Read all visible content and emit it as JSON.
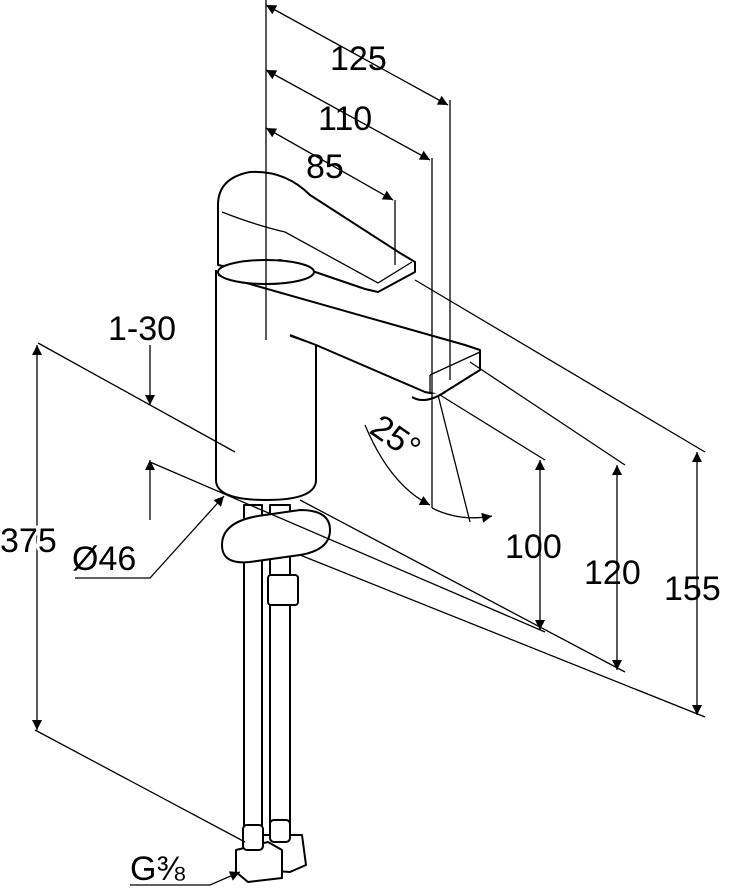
{
  "drawing": {
    "title": "Basin mixer dimension drawing",
    "dimensions": {
      "projection_total": "125",
      "projection_spout": "110",
      "projection_lever": "85",
      "deck_thickness": "1-30",
      "spout_angle": "25°",
      "height_outlet": "100",
      "height_spout": "120",
      "height_total": "155",
      "hose_length": "375",
      "body_diameter": "Ø46",
      "connection_thread": "G⅜"
    },
    "colors": {
      "line": "#000000",
      "background": "#ffffff"
    }
  }
}
